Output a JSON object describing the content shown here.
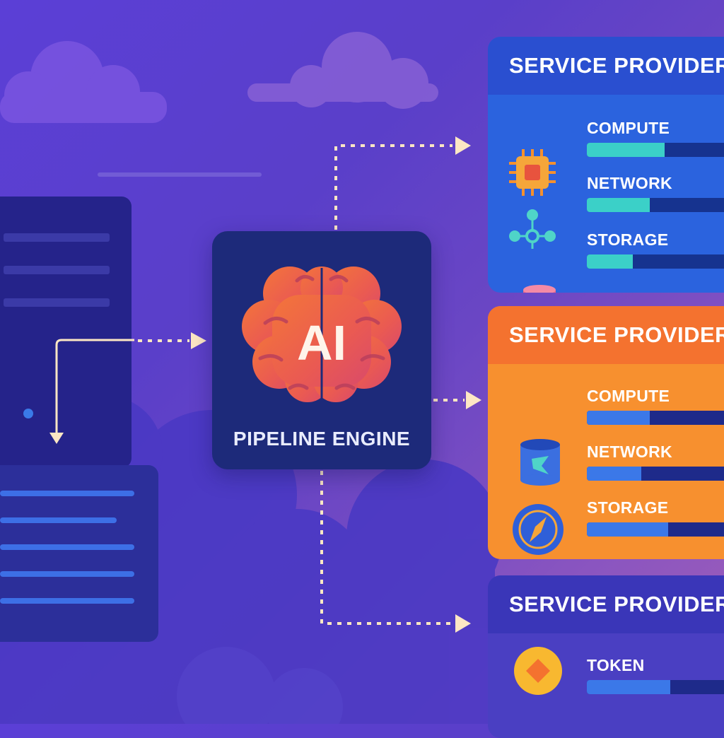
{
  "engine": {
    "badge": "AI",
    "label": "PIPELINE ENGINE"
  },
  "providers": [
    {
      "title": "SERVICE PROVIDER",
      "resources": [
        {
          "label": "COMPUTE",
          "level": 0.46
        },
        {
          "label": "NETWORK",
          "level": 0.37
        },
        {
          "label": "STORAGE",
          "level": 0.27
        }
      ]
    },
    {
      "title": "SERVICE PROVIDER",
      "resources": [
        {
          "label": "COMPUTE",
          "level": 0.37
        },
        {
          "label": "NETWORK",
          "level": 0.32
        },
        {
          "label": "STORAGE",
          "level": 0.48
        }
      ]
    },
    {
      "title": "SERVICE PROVIDER",
      "resources": [
        {
          "label": "TOKEN",
          "level": 0.49
        }
      ]
    }
  ],
  "icons": {
    "engine": "brain-icon",
    "provider1": [
      "cpu-chip-icon",
      "network-node-icon",
      "database-cylinder-icon"
    ],
    "provider2": [
      "storage-bucket-icon",
      "compass-icon",
      "ring-icon"
    ],
    "provider3": [
      "token-coin-icon"
    ]
  },
  "colors": {
    "background": "#5b3fd6",
    "engine_card": "#1d2a7a",
    "provider1": "#2b63de",
    "provider2": "#f7902f",
    "provider3": "#4a3fc2",
    "connector": "#fde7c4"
  }
}
